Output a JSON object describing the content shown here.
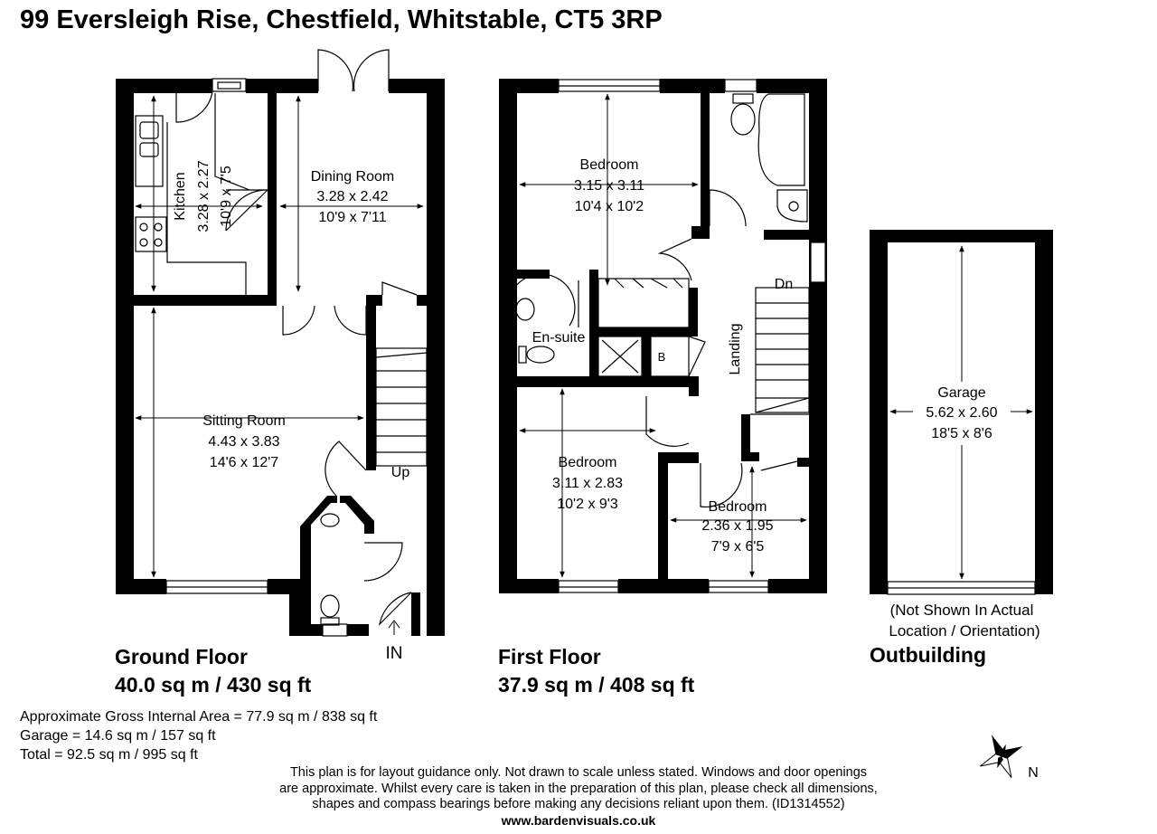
{
  "title": "99 Eversleigh Rise, Chestfield, Whitstable, CT5 3RP",
  "ground_floor": {
    "name": "Ground Floor",
    "area": "40.0 sq m / 430 sq ft",
    "rooms": {
      "kitchen": {
        "name": "Kitchen",
        "metric": "3.28 x 2.27",
        "imperial": "10'9 x 7'5"
      },
      "dining": {
        "name": "Dining Room",
        "metric": "3.28 x 2.42",
        "imperial": "10'9 x 7'11"
      },
      "sitting": {
        "name": "Sitting Room",
        "metric": "4.43 x 3.83",
        "imperial": "14'6 x 12'7"
      }
    },
    "stairs_label": "Up",
    "entrance_label": "IN"
  },
  "first_floor": {
    "name": "First Floor",
    "area": "37.9 sq m / 408 sq ft",
    "rooms": {
      "bed1": {
        "name": "Bedroom",
        "metric": "3.15 x 3.11",
        "imperial": "10'4 x 10'2"
      },
      "bed2": {
        "name": "Bedroom",
        "metric": "3.11 x 2.83",
        "imperial": "10'2 x 9'3"
      },
      "bed3": {
        "name": "Bedroom",
        "metric": "2.36 x 1.95",
        "imperial": "7'9 x 6'5"
      },
      "ensuite": {
        "name": "En-suite"
      },
      "landing": {
        "name": "Landing"
      }
    },
    "boiler_label": "B",
    "stairs_label": "Dn"
  },
  "outbuilding": {
    "name": "Outbuilding",
    "room": {
      "name": "Garage",
      "metric": "5.62 x 2.60",
      "imperial": "18'5 x 8'6"
    },
    "note_line1": "(Not Shown In Actual",
    "note_line2": "Location / Orientation)"
  },
  "areas": {
    "gross": "Approximate Gross Internal Area = 77.9 sq m / 838 sq ft",
    "garage": "Garage = 14.6 sq m / 157 sq ft",
    "total": "Total = 92.5 sq m / 995 sq ft"
  },
  "disclaimer": {
    "line1": "This plan is for layout guidance only. Not drawn to scale unless stated. Windows and door openings",
    "line2": "are approximate. Whilst every care is taken in the preparation of this plan, please check all dimensions,",
    "line3": "shapes and compass bearings before making any decisions reliant upon them. (ID1314552)"
  },
  "website": "www.bardenvisuals.co.uk",
  "compass_label": "N"
}
